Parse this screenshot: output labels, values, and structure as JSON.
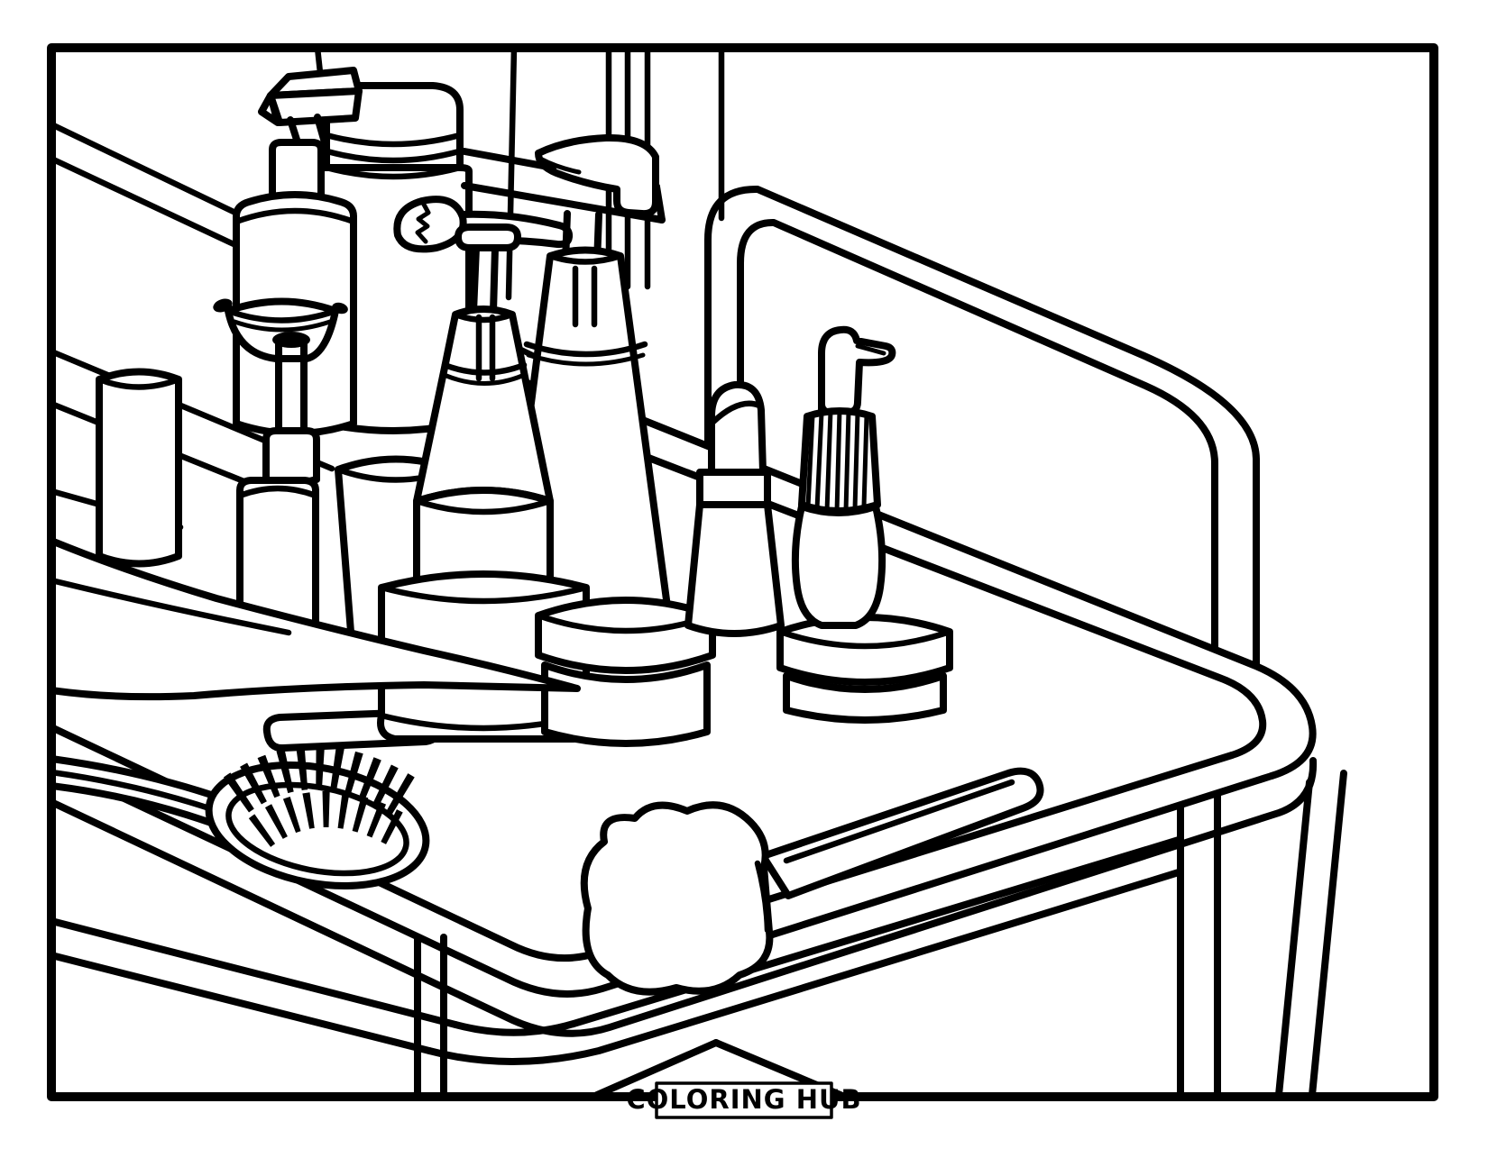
{
  "page": {
    "type": "coloring-page",
    "orientation": "landscape"
  },
  "colors": {
    "ink": "#000000",
    "paper": "#ffffff"
  },
  "footer": {
    "label": "COLORING HUB"
  },
  "illustration": {
    "title": "Coloring page of a rolling salon cart filled with cosmetic and grooming products",
    "objects": [
      "large capped bottle",
      "pump lotion bottle",
      "small cylinder bottle",
      "spray atomizer bottle",
      "toothbrush on shelf",
      "tall cone pump dispenser",
      "stepped pump dispenser on round jar",
      "cup",
      "large cream jar",
      "small cream jar",
      "lipstick",
      "ribbed pump bottle",
      "towel",
      "hairbrush with bristles",
      "makeup powder brush",
      "cart with push handle, tray, slot and legs"
    ]
  }
}
